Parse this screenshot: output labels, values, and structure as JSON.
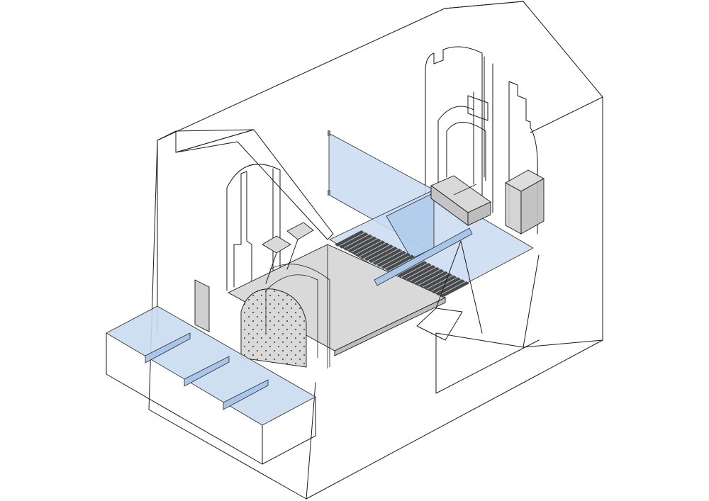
{
  "figure": {
    "kind": "axonometric-architectural-drawing",
    "text_labels": []
  },
  "colors": {
    "background": "#ffffff",
    "line": "#1a1a1a",
    "glass_fill": "#c9dcf1",
    "glass_fill_dark": "#a9c6ea",
    "solid_fill": "#d9d9d9",
    "solid_fill_dark": "#bdbdbd"
  },
  "icons": {
    "stair_step": "rect",
    "perforation": "dot"
  }
}
